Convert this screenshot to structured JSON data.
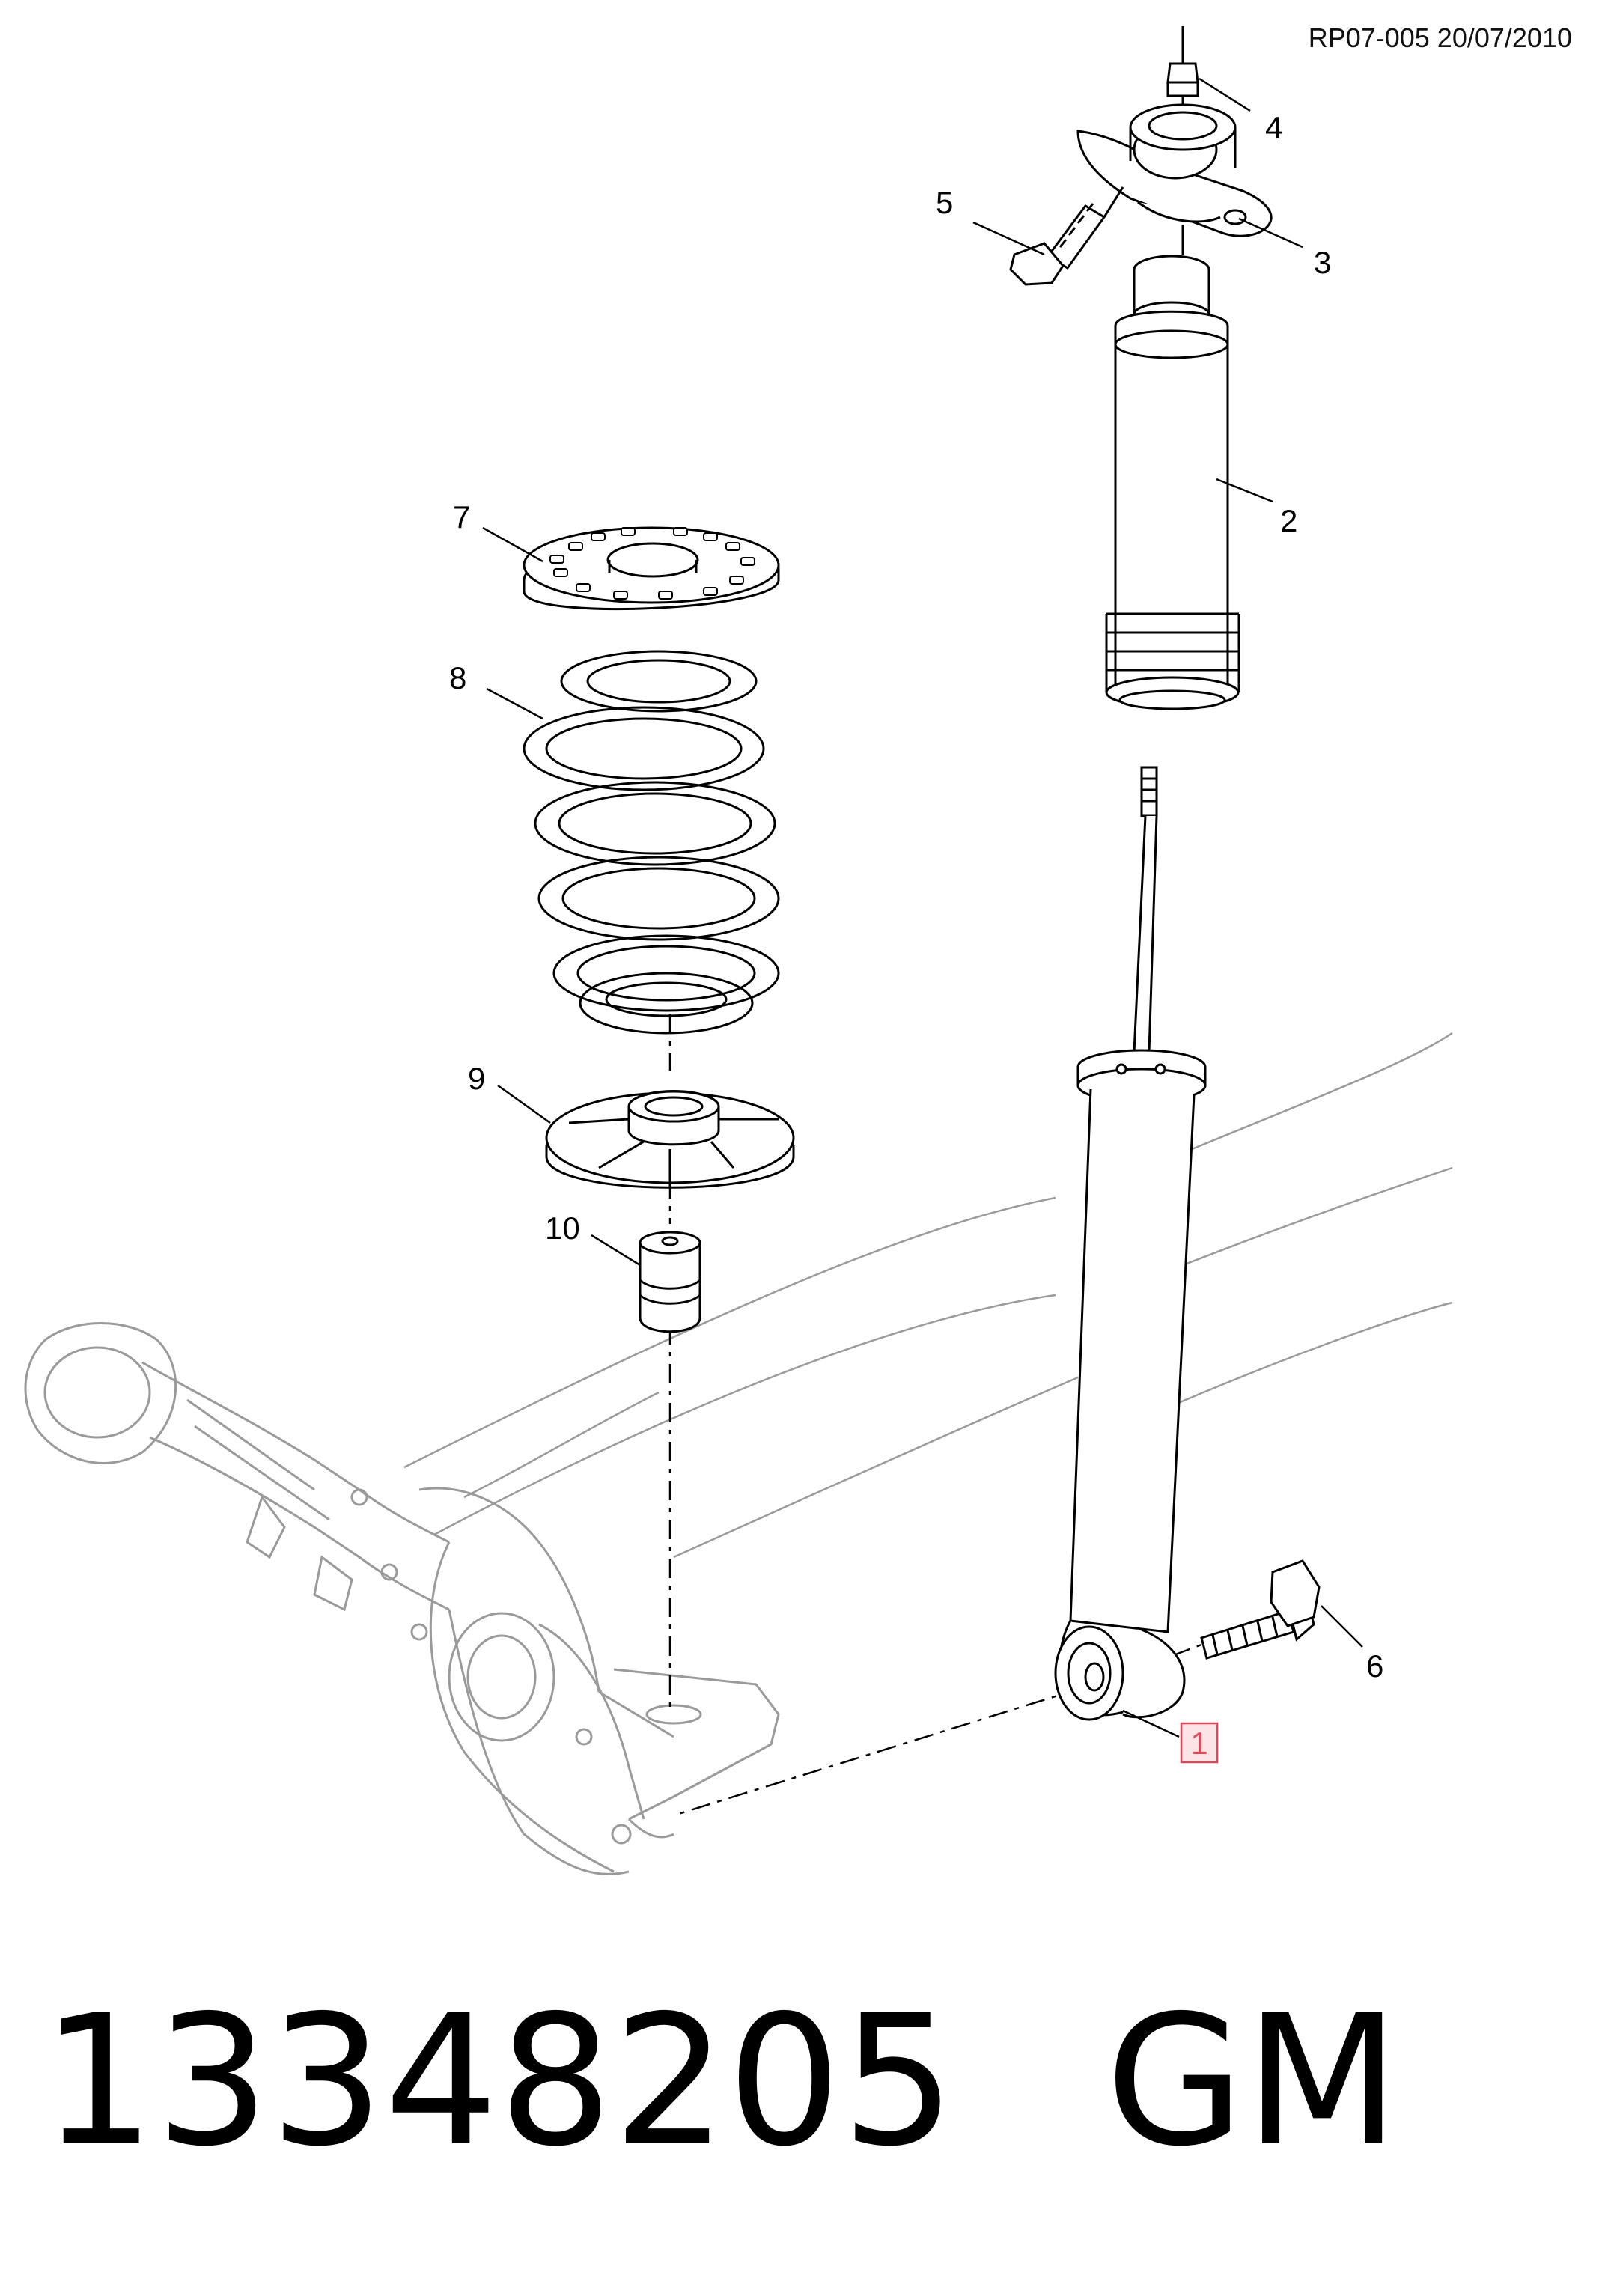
{
  "diagram": {
    "reference": "RP07-005 20/07/2010",
    "callouts": [
      "1",
      "2",
      "3",
      "4",
      "5",
      "6",
      "7",
      "8",
      "9",
      "10"
    ],
    "highlighted_callout": "1",
    "highlight_color": "#e0485a",
    "line_color": "#000000",
    "ghost_line_color": "#9a9a9a"
  },
  "footer": {
    "part_number": "13348205",
    "brand": "GM"
  }
}
